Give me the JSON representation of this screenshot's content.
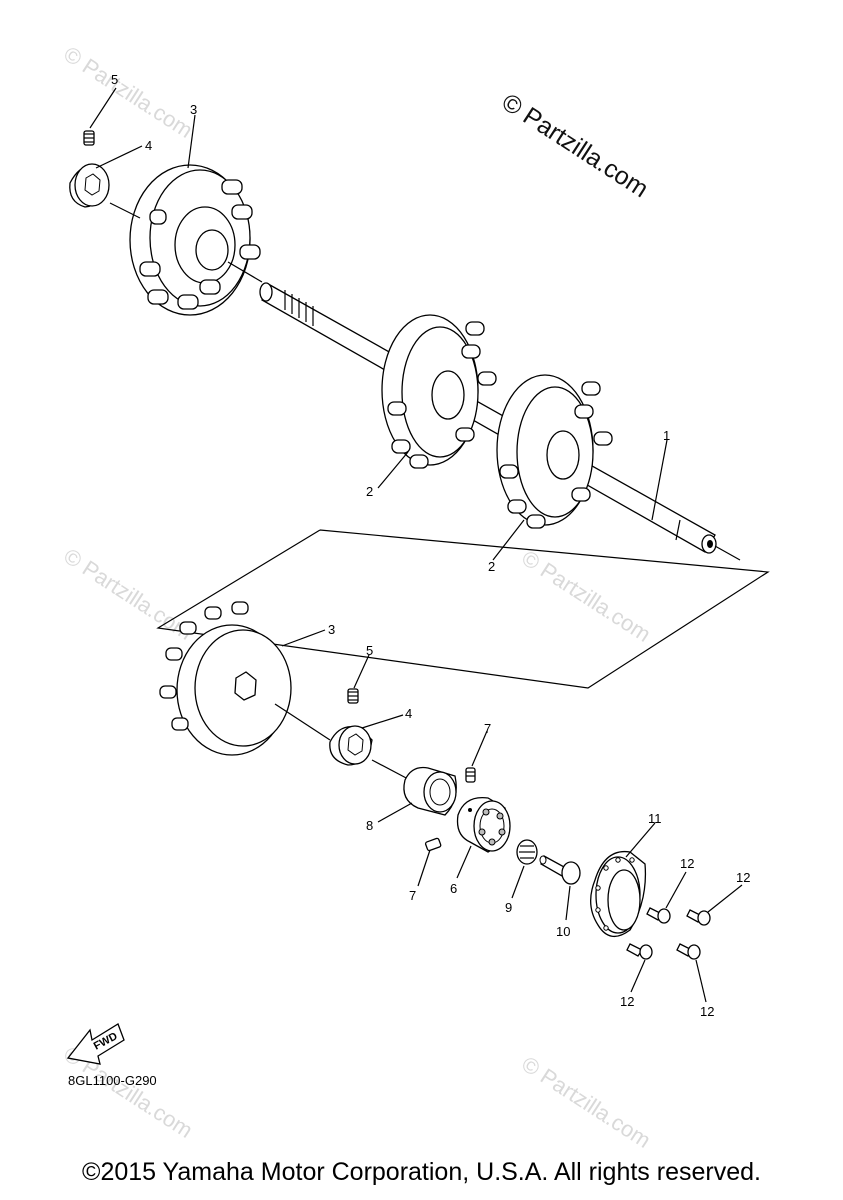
{
  "watermark": {
    "main": "© Partzilla.com",
    "faint": "© Partzilla.com"
  },
  "callouts": {
    "c1": "1",
    "c2a": "2",
    "c2b": "2",
    "c3a": "3",
    "c3b": "3",
    "c4a": "4",
    "c4b": "4",
    "c5a": "5",
    "c5b": "5",
    "c6": "6",
    "c7a": "7",
    "c7b": "7",
    "c8": "8",
    "c9": "9",
    "c10": "10",
    "c11": "11",
    "c12a": "12",
    "c12b": "12",
    "c12c": "12",
    "c12d": "12"
  },
  "fwd_label": "FWD",
  "diagram_code": "8GL1100-G290",
  "copyright": "©2015 Yamaha Motor Corporation, U.S.A. All rights reserved.",
  "colors": {
    "line": "#000000",
    "watermark": "#d9d9d9",
    "background": "#ffffff"
  }
}
